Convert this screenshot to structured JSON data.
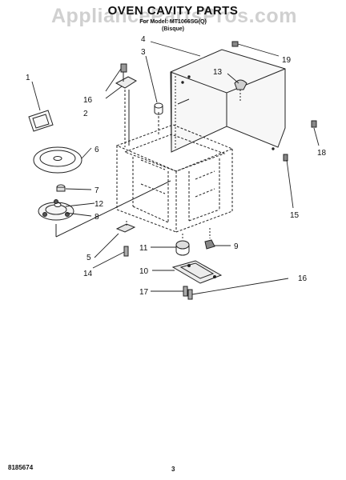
{
  "header": {
    "title": "OVEN CAVITY PARTS",
    "model_line": "For Model: MT1066SG(Q)",
    "variant": "(Bisque)"
  },
  "watermark": "AppliancePartsPros.com",
  "callouts": [
    "1",
    "2",
    "3",
    "4",
    "5",
    "6",
    "7",
    "8",
    "9",
    "10",
    "11",
    "12",
    "13",
    "14",
    "15",
    "16",
    "16",
    "17",
    "18",
    "19"
  ],
  "footer": {
    "part_code": "8185674",
    "page_number": "3"
  }
}
